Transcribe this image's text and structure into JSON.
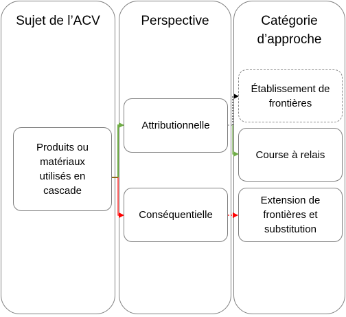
{
  "columns": {
    "subject": {
      "title": "Sujet de l’ACV"
    },
    "perspective": {
      "title": "Perspective"
    },
    "approach": {
      "title_line1": "Catégorie",
      "title_line2": "d’approche"
    }
  },
  "nodes": {
    "subject": "Produits ou matériaux utilisés en cascade",
    "attributional": "Attributionnelle",
    "consequential": "Conséquentielle",
    "boundary_setting": "Établissement de frontières",
    "relay_race": "Course à relais",
    "boundary_extension": "Extension de frontières et substitution"
  },
  "colors": {
    "border": "#7f7f7f",
    "attributional_link": "#70ad47",
    "consequential_link": "#ff0000",
    "dashed_link": "#808080",
    "trunk": "#8b6914"
  }
}
